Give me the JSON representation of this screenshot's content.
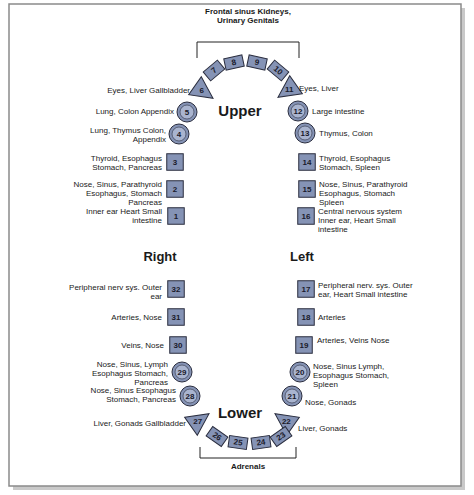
{
  "diagram": {
    "nodes": [
      {
        "text": [
          "1"
        ]
      },
      {
        "text": [
          "2"
        ]
      },
      {
        "text": [
          "3"
        ]
      },
      {
        "text": [
          "4"
        ]
      },
      {
        "text": [
          "5"
        ]
      },
      {
        "text": [
          "6"
        ]
      },
      {
        "text": [
          "7"
        ]
      },
      {
        "text": [
          "8"
        ]
      },
      {
        "text": [
          "9"
        ]
      },
      {
        "text": [
          "10"
        ]
      },
      {
        "text": [
          "11"
        ]
      },
      {
        "text": [
          "12"
        ]
      },
      {
        "text": [
          "13"
        ]
      },
      {
        "text": [
          "14"
        ]
      },
      {
        "text": [
          "15"
        ]
      },
      {
        "text": [
          "16"
        ]
      },
      {
        "text": [
          "17"
        ]
      },
      {
        "text": [
          "18"
        ]
      },
      {
        "text": [
          "19"
        ]
      },
      {
        "text": [
          "20"
        ]
      },
      {
        "text": [
          "21"
        ]
      },
      {
        "text": [
          "22"
        ]
      },
      {
        "text": [
          "23"
        ]
      },
      {
        "text": [
          "24"
        ]
      },
      {
        "text": [
          "25"
        ]
      },
      {
        "text": [
          "26"
        ]
      },
      {
        "text": [
          "27"
        ]
      },
      {
        "text": [
          "28"
        ]
      },
      {
        "text": [
          "29"
        ]
      },
      {
        "text": [
          "30"
        ]
      },
      {
        "text": [
          "31"
        ]
      },
      {
        "text": [
          "32"
        ]
      }
    ],
    "labels": [
      "Frontal sinus Kidneys, Urinary Genitals",
      "Upper",
      "Lower",
      "Right",
      "Left",
      "Adrenals",
      "Inner ear Heart Small intestine",
      "Nose, Sinus, Parathyroid Esophagus, Stomach Pancreas",
      "Thyroid, Esophagus Stomach, Pancreas",
      "Lung, Thymus Colon, Appendix",
      "Lung, Colon Appendix",
      "Eyes, Liver Gallbladder",
      "Eyes, Liver",
      "Large intestine",
      "Thymus, Colon",
      "Thyroid, Esophagus Stomach, Spleen",
      "Nose, Sinus, Parathyroid Esophagus, Stomach Spleen",
      "Central nervous system Inner ear, Heart Small intestine",
      "Peripheral nerv. sys. Outer ear, Heart Small intestine",
      "Arteries",
      "Arteries, Veins Nose",
      "Nose, Sinus Lymph, Esophagus Stomach, Spleen",
      "Nose, Gonads",
      "Liver, Gonads",
      "Liver, Gonads Gallbladder",
      "Nose, Sinus Esophagus Stomach, Pancreas",
      "Nose, Sinus, Lymph Esophagus Stomach, Pancreas",
      "Veins, Nose",
      "Arteries, Nose",
      "Peripheral nerv sys. Outer ear"
    ]
  }
}
